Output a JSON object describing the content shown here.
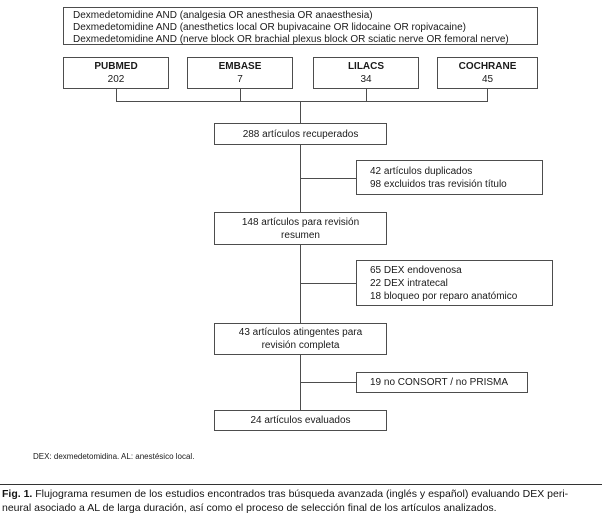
{
  "search_box": {
    "lines": [
      "Dexmedetomidine AND (analgesia OR anesthesia OR anaesthesia)",
      "Dexmedetomidine AND (anesthetics local OR bupivacaine OR lidocaine OR ropivacaine)",
      "Dexmedetomidine AND (nerve block OR brachial plexus block OR sciatic nerve OR femoral nerve)"
    ]
  },
  "databases": [
    {
      "name": "PUBMED",
      "count": "202"
    },
    {
      "name": "EMBASE",
      "count": "7"
    },
    {
      "name": "LILACS",
      "count": "34"
    },
    {
      "name": "COCHRANE",
      "count": "45"
    }
  ],
  "main_flow": [
    {
      "lines": [
        "288 artículos recuperados"
      ]
    },
    {
      "lines": [
        "148 artículos para revisión",
        "resumen"
      ]
    },
    {
      "lines": [
        "43 artículos atingentes para",
        "revisión completa"
      ]
    },
    {
      "lines": [
        "24 artículos evaluados"
      ]
    }
  ],
  "exclusion_boxes": [
    {
      "lines": [
        "42 artículos duplicados",
        "98 excluidos tras revisión título"
      ]
    },
    {
      "lines": [
        "65 DEX endovenosa",
        "22 DEX intratecal",
        "18 bloqueo por reparo anatómico"
      ]
    },
    {
      "lines": [
        "19 no CONSORT / no PRISMA"
      ]
    }
  ],
  "footnote": "DEX: dexmedetomidina. AL: anestésico local.",
  "caption": {
    "label": "Fig. 1.",
    "line1": "Flujograma resumen de los estudios encontrados tras búsqueda avanzada (inglés y español) evaluando DEX peri-",
    "line2": "neural asociado a AL de larga duración, así como el proceso de selección final de los artículos analizados."
  },
  "colors": {
    "line": "#4d4d4d",
    "text": "#1a1a1a",
    "background": "#ffffff"
  }
}
